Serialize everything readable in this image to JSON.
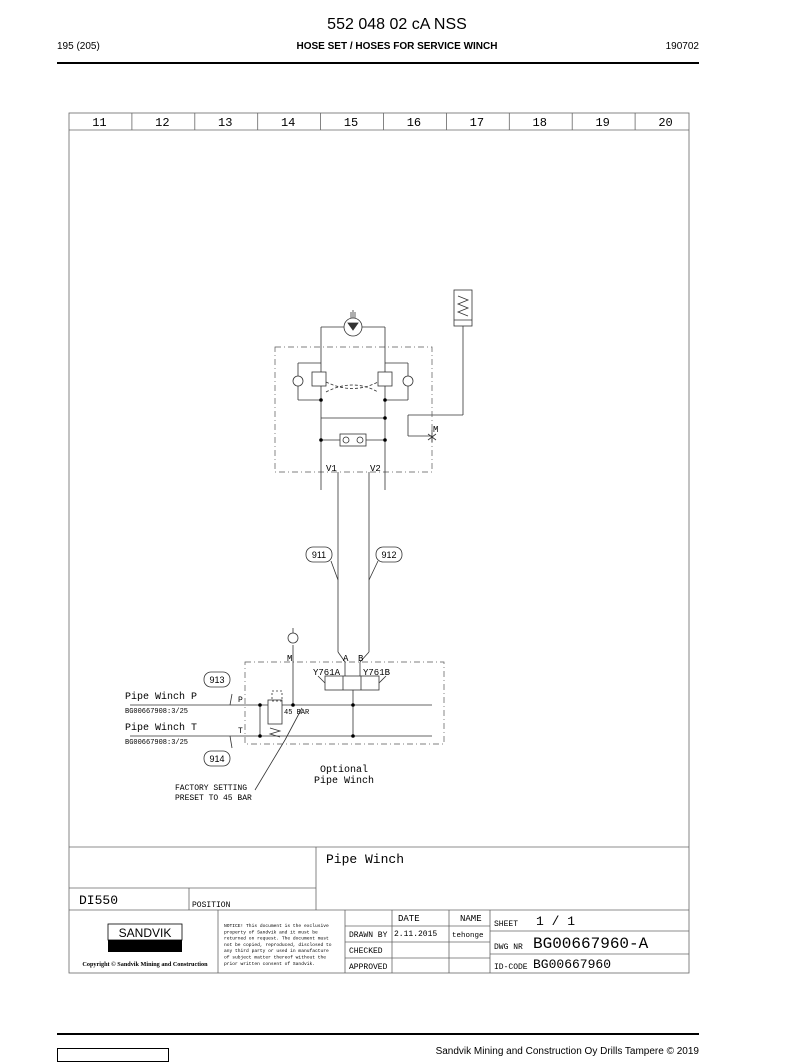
{
  "header": {
    "doc_title": "552 048 02 cA NSS",
    "page_number": "195 (205)",
    "section_title": "HOSE SET / HOSES FOR SERVICE WINCH",
    "date_code": "190702"
  },
  "drawing": {
    "columns": [
      "11",
      "12",
      "13",
      "14",
      "15",
      "16",
      "17",
      "18",
      "19",
      "20"
    ],
    "ports": {
      "v1": "V1",
      "v2": "V2",
      "m_top": "M",
      "m_valve": "M",
      "a": "A",
      "b": "B",
      "p": "P",
      "t": "T"
    },
    "solenoids": {
      "a": "Y761A",
      "b": "Y761B"
    },
    "pressure_label": "45 BAR",
    "hose_tags": [
      "911",
      "912",
      "913",
      "914"
    ],
    "lines": {
      "pipe_winch_p": "Pipe Winch P",
      "pipe_winch_p_ref": "BG00667908:3/25",
      "pipe_winch_t": "Pipe Winch T",
      "pipe_winch_t_ref": "BG00667908:3/25"
    },
    "factory_note_1": "FACTORY SETTING",
    "factory_note_2": "PRESET TO 45 BAR",
    "optional_1": "Optional",
    "optional_2": "Pipe Winch"
  },
  "title_block": {
    "drawing_title": "Pipe Winch",
    "model": "DI550",
    "position_label": "POSITION",
    "brand": "SANDVIK",
    "copyright": "Copyright © Sandvik Mining and Construction",
    "notice": [
      "NOTICE! This document is the exclusive",
      "property of Sandvik and it must be",
      "returned on request. The document must",
      "not be copied, reproduced, disclosed to",
      "any third party or used in manufacture",
      "of subject matter thereof without the",
      "prior written consent of Sandvik."
    ],
    "col_date": "DATE",
    "col_name": "NAME",
    "drawn_by_label": "DRAWN BY",
    "drawn_date": "2.11.2015",
    "drawn_name": "tehonge",
    "checked_label": "CHECKED",
    "approved_label": "APPROVED",
    "sheet_label": "SHEET",
    "sheet_value": "1 /  1",
    "dwg_nr_label": "DWG NR",
    "dwg_nr": "BG00667960-A",
    "id_code_label": "ID-CODE",
    "id_code": "BG00667960"
  },
  "footer": {
    "copyright": "Sandvik Mining and Construction Oy Drills Tampere © 2019"
  }
}
